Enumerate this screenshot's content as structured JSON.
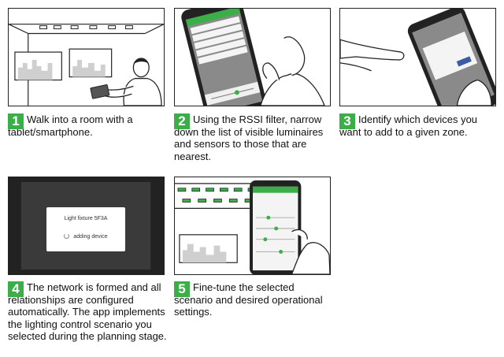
{
  "steps": [
    {
      "number": "1",
      "text": "Walk into a room with a tablet/smartphone."
    },
    {
      "number": "2",
      "text": "Using the RSSI filter, narrow down the list of visible luminaires and sensors to those that are nearest."
    },
    {
      "number": "3",
      "text": "Identify which devices you want to add to a given zone."
    },
    {
      "number": "4",
      "text": "The network is formed and all relationships are configured automatically. The app implements the lighting control scenario you selected during the planning stage."
    },
    {
      "number": "5",
      "text": "Fine-tune the selected scenario and desired operational settings."
    }
  ],
  "dialog": {
    "title": "Light fixture 5F3A",
    "status": "adding device"
  },
  "colors": {
    "accent": "#3cae48",
    "outline": "#222222",
    "screen_gray": "#808080",
    "dark_screen": "#3a3a3a"
  }
}
